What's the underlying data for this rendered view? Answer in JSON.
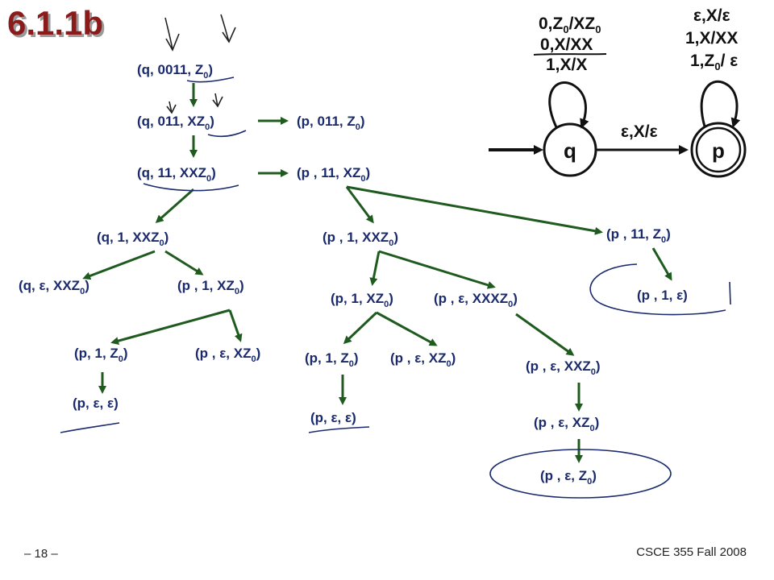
{
  "title": "6.1.1b",
  "footer": {
    "page": "– 18 –",
    "course": "CSCE 355 Fall 2008"
  },
  "colors": {
    "title": "#8b1a1a",
    "node_text": "#1a2a6c",
    "edge": "#1f5a1f"
  },
  "pda": {
    "state_q": "q",
    "state_p": "p",
    "transition_q_p": "ε,X/ε",
    "loop_q": [
      {
        "main": "0,Z",
        "sub": "0",
        "rest": "/XZ",
        "sub2": "0"
      },
      {
        "main": "0,X/XX",
        "sub": "",
        "rest": "",
        "sub2": ""
      },
      {
        "main": "1,X/X",
        "sub": "",
        "rest": "",
        "sub2": ""
      }
    ],
    "loop_p": [
      {
        "main": "ε,X/ε",
        "sub": "",
        "rest": "",
        "sub2": ""
      },
      {
        "main": "1,X/XX",
        "sub": "",
        "rest": "",
        "sub2": ""
      },
      {
        "main": "1,Z",
        "sub": "0",
        "rest": "/ ε",
        "sub2": ""
      }
    ]
  },
  "ids": [
    {
      "id": "n1",
      "main": "(q, 0011, Z",
      "sub": "0",
      "tail": ")"
    },
    {
      "id": "n2",
      "main": "(q, 011, XZ",
      "sub": "0",
      "tail": ")"
    },
    {
      "id": "n3",
      "main": "(p, 011, Z",
      "sub": "0",
      "tail": ")"
    },
    {
      "id": "n4",
      "main": "(q, 11, XXZ",
      "sub": "0",
      "tail": ")"
    },
    {
      "id": "n5",
      "main": "(p , 11, XZ",
      "sub": "0",
      "tail": ")"
    },
    {
      "id": "n6",
      "main": "(q, 1, XXZ",
      "sub": "0",
      "tail": ")"
    },
    {
      "id": "n7",
      "main": "(p , 1, XXZ",
      "sub": "0",
      "tail": ")"
    },
    {
      "id": "n8",
      "main": "(p , 11, Z",
      "sub": "0",
      "tail": ")"
    },
    {
      "id": "n9",
      "main": "(q, ε, XXZ",
      "sub": "0",
      "tail": ")"
    },
    {
      "id": "n10",
      "main": "(p , 1, XZ",
      "sub": "0",
      "tail": ")"
    },
    {
      "id": "n11",
      "main": "(p, 1, XZ",
      "sub": "0",
      "tail": ")"
    },
    {
      "id": "n12",
      "main": "(p , ε, XXXZ",
      "sub": "0",
      "tail": ")"
    },
    {
      "id": "n13",
      "main": "(p , 1, ε)",
      "sub": "",
      "tail": ""
    },
    {
      "id": "n14",
      "main": "(p, 1, Z",
      "sub": "0",
      "tail": ")"
    },
    {
      "id": "n15",
      "main": "(p , ε, XZ",
      "sub": "0",
      "tail": ")"
    },
    {
      "id": "n16",
      "main": "(p, 1, Z",
      "sub": "0",
      "tail": ")"
    },
    {
      "id": "n17",
      "main": "(p , ε, XZ",
      "sub": "0",
      "tail": ")"
    },
    {
      "id": "n18",
      "main": "(p , ε, XXZ",
      "sub": "0",
      "tail": ")"
    },
    {
      "id": "n19",
      "main": "(p, ε, ε)",
      "sub": "",
      "tail": ""
    },
    {
      "id": "n20",
      "main": "(p, ε, ε)",
      "sub": "",
      "tail": ""
    },
    {
      "id": "n21",
      "main": "(p , ε, XZ",
      "sub": "0",
      "tail": ")"
    },
    {
      "id": "n22",
      "main": "(p , ε, Z",
      "sub": "0",
      "tail": ")"
    }
  ]
}
